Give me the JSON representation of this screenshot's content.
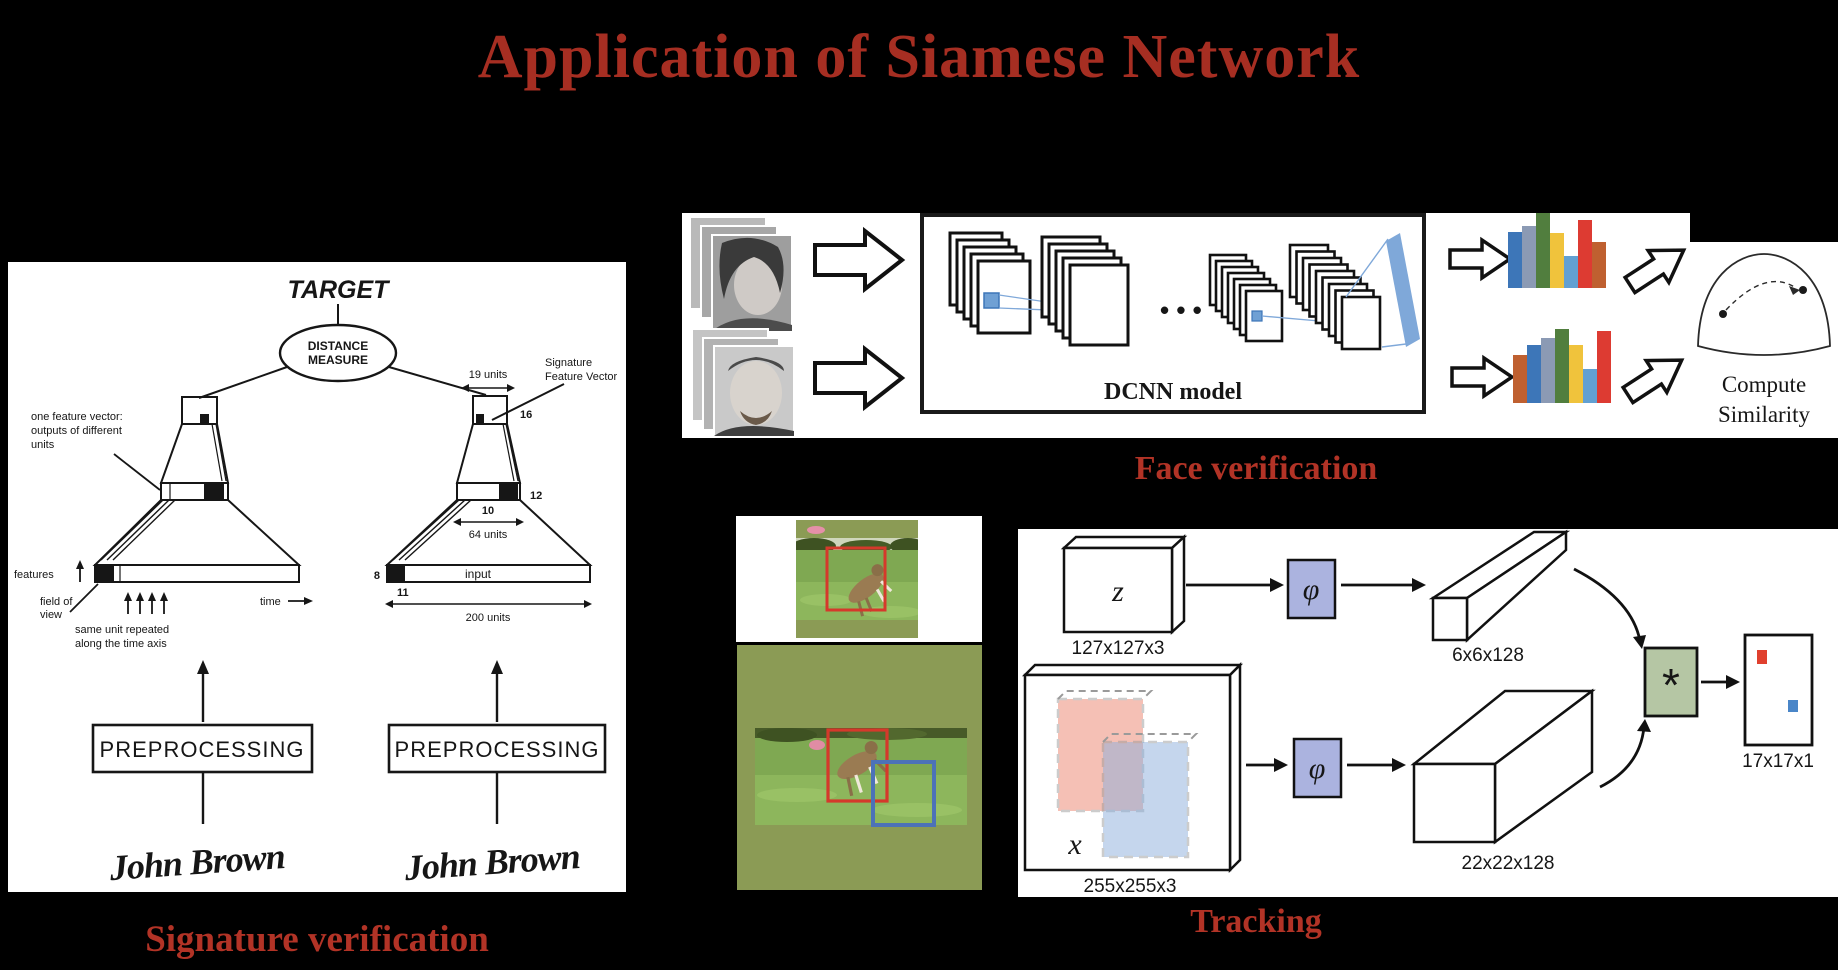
{
  "slide": {
    "title": "Application of Siamese Network",
    "background_color": "#000000",
    "title_color": "#A62E22",
    "caption_color": "#B23326"
  },
  "signature_panel": {
    "caption": "Signature verification",
    "target_label": "TARGET",
    "distance_line1": "DISTANCE",
    "distance_line2": "MEASURE",
    "left_note_line1": "one feature vector:",
    "left_note_line2": "outputs of different",
    "left_note_line3": "units",
    "features_label": "features",
    "fov_line1": "field of",
    "fov_line2": "view",
    "repeat_line1": "same unit repeated",
    "repeat_line2": "along the time axis",
    "time_label": "time",
    "units19_label": "19 units",
    "sigvec_line1": "Signature",
    "sigvec_line2": "Feature Vector",
    "n16": "16",
    "n12": "12",
    "n10": "10",
    "n8": "8",
    "n11": "11",
    "units64_label": "64 units",
    "input_label": "input",
    "units200_label": "200 units",
    "preprocessing_label": "PREPROCESSING",
    "signature_name": "John Brown"
  },
  "face_panel": {
    "caption": "Face verification",
    "dcnn_label": "DCNN model",
    "dots": "• • •",
    "compute_line1": "Compute",
    "compute_line2": "Similarity",
    "histogram_top": {
      "colors": [
        "#3D76B8",
        "#8B9AB4",
        "#517E3E",
        "#F0C33C",
        "#62A0D2",
        "#DD3B32",
        "#BF6030"
      ],
      "heights": [
        56,
        62,
        75,
        55,
        32,
        68,
        46
      ]
    },
    "histogram_bottom": {
      "colors": [
        "#BF6030",
        "#3D76B8",
        "#8B9AB4",
        "#517E3E",
        "#F0C33C",
        "#62A0D2",
        "#DD3B32"
      ],
      "heights": [
        48,
        58,
        65,
        74,
        58,
        34,
        72
      ]
    }
  },
  "tracking_panel": {
    "caption": "Tracking",
    "exemplar_label": "z",
    "exemplar_dims": "127x127x3",
    "search_label": "x",
    "search_dims": "255x255x3",
    "phi_label": "φ",
    "exemplar_feat_dims": "6x6x128",
    "search_feat_dims": "22x22x128",
    "xcorr_label": "*",
    "score_dims": "17x17x1",
    "colors": {
      "phi_box": "#ABB3DF",
      "xcorr_box": "#B5C6A4",
      "exemplar_region": "#ED826E",
      "search_region": "#8CAFDC",
      "score_red": "#E0402E",
      "score_blue": "#4A86C8",
      "bbox_red": "#D5392B",
      "bbox_blue": "#4C72B8",
      "field_olive": "#8B9B55"
    }
  }
}
